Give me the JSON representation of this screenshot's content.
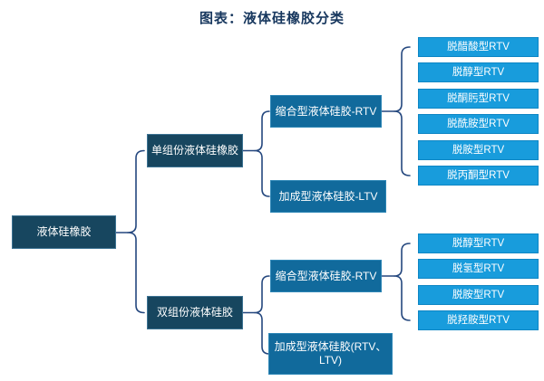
{
  "title": "图表：液体硅橡胶分类",
  "tree": {
    "root": "液体硅橡胶",
    "level2": [
      "单组份液体硅橡胶",
      "双组份液体硅胶"
    ],
    "level3": [
      "缩合型液体硅胶-RTV",
      "加成型液体硅胶-LTV",
      "缩合型液体硅胶-RTV",
      "加成型液体硅胶(RTV、LTV)"
    ],
    "leaves_top": [
      "脱醋酸型RTV",
      "脱醇型RTV",
      "脱酮肟型RTV",
      "脱酰胺型RTV",
      "脱胺型RTV",
      "脱丙酮型RTV"
    ],
    "leaves_bottom": [
      "脱醇型RTV",
      "脱氢型RTV",
      "脱胺型RTV",
      "脱羟胺型RTV"
    ]
  },
  "colors": {
    "title_text": "#17375e",
    "dark_node_bg": "#17465f",
    "mid_node_bg": "#116a9c",
    "leaf_node_bg": "#189cdc",
    "node_text": "#ffffff",
    "connector": "#24477e"
  }
}
